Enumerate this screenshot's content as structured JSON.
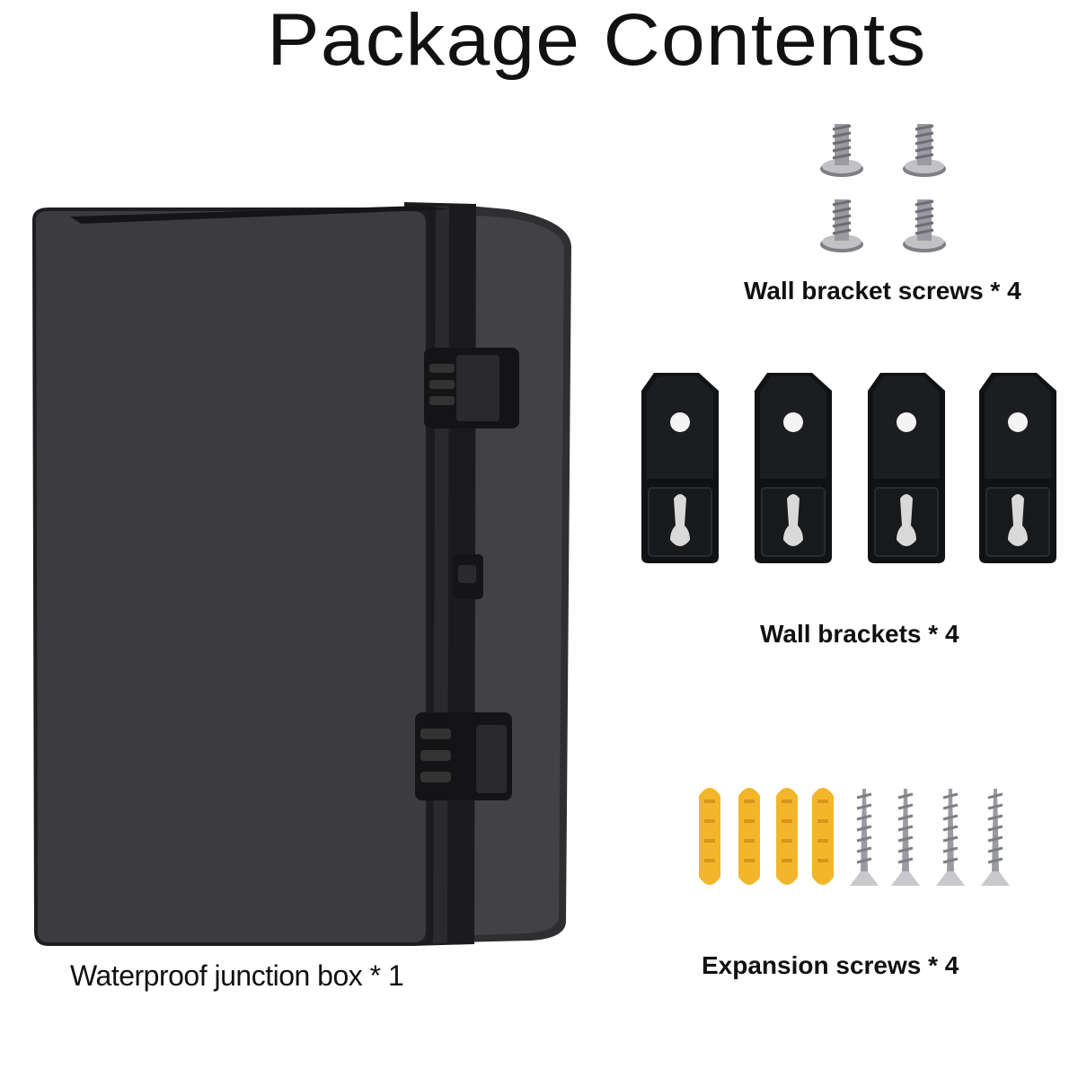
{
  "title": "Package Contents",
  "items": {
    "junction_box_label": "Waterproof junction box * 1",
    "wall_bracket_screws_label": "Wall bracket screws * 4",
    "wall_brackets_label": "Wall brackets * 4",
    "expansion_screws_label": "Expansion screws * 4"
  },
  "colors": {
    "box_body": "#3d3d40",
    "box_edge": "#1a1a1c",
    "bracket": "#111214",
    "screw_metal": "#a8a8ad",
    "anchor_yellow": "#f3b62a"
  }
}
